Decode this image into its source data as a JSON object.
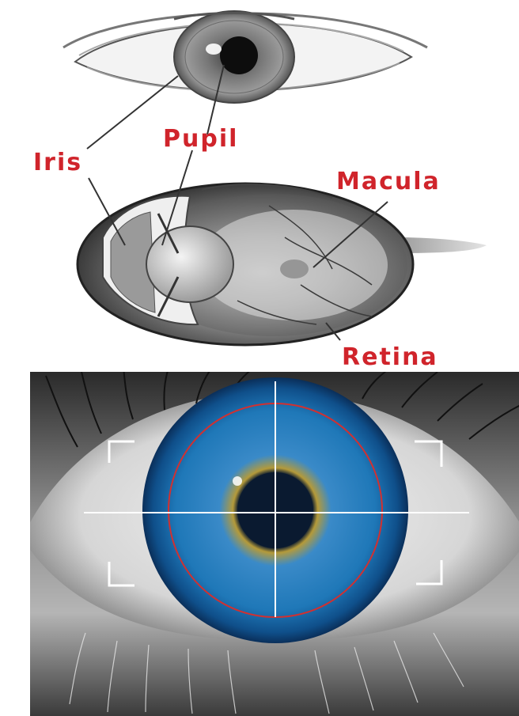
{
  "labels": {
    "iris": "Iris",
    "pupil": "Pupil",
    "macula": "Macula",
    "retina": "Retina"
  },
  "colors": {
    "label_red": "#d0242b",
    "iris_blue": "#1f78b8",
    "pupil_dark": "#0a1a30",
    "reticle_white": "#ffffff",
    "target_ring_red": "#d23030"
  },
  "icons": {
    "scan_reticle": "crosshair-icon",
    "corner_brackets": "bracket-icon"
  }
}
